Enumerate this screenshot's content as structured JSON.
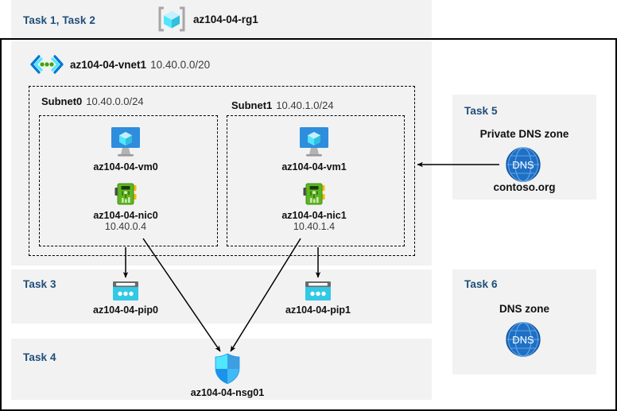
{
  "diagram": {
    "title": "Azure AZ-104 Lab 04 resource topology",
    "colors": {
      "task_label": "#1f4e79",
      "panel_gray": "#f2f2f2",
      "border": "#000000",
      "vm_blue": "#2e8ddd",
      "cube_cyan": "#50e6ff",
      "nic_green": "#5fb522",
      "pip_cyan": "#32c8e6",
      "nsg_blue": "#1b93eb",
      "dns_blue": "#1f6fc4"
    }
  },
  "resource_group": {
    "task_label": "Task 1, Task 2",
    "name": "az104-04-rg1",
    "icon": "resource-group-icon"
  },
  "vnet": {
    "name": "az104-04-vnet1",
    "cidr": "10.40.0.0/20",
    "icon": "virtual-network-icon"
  },
  "subnets": [
    {
      "label": "Subnet0",
      "cidr": "10.40.0.0/24",
      "vm": {
        "name": "az104-04-vm0",
        "icon": "virtual-machine-icon"
      },
      "nic": {
        "name": "az104-04-nic0",
        "ip": "10.40.0.4",
        "icon": "network-interface-icon"
      }
    },
    {
      "label": "Subnet1",
      "cidr": "10.40.1.0/24",
      "vm": {
        "name": "az104-04-vm1",
        "icon": "virtual-machine-icon"
      },
      "nic": {
        "name": "az104-04-nic1",
        "ip": "10.40.1.4",
        "icon": "network-interface-icon"
      }
    }
  ],
  "public_ips": {
    "task_label": "Task 3",
    "items": [
      {
        "name": "az104-04-pip0",
        "icon": "public-ip-address-icon"
      },
      {
        "name": "az104-04-pip1",
        "icon": "public-ip-address-icon"
      }
    ]
  },
  "nsg": {
    "task_label": "Task 4",
    "name": "az104-04-nsg01",
    "icon": "network-security-group-icon"
  },
  "private_dns_zone": {
    "task_label": "Task 5",
    "title": "Private DNS zone",
    "domain": "contoso.org",
    "icon": "dns-zone-icon"
  },
  "dns_zone": {
    "task_label": "Task 6",
    "title": "DNS zone",
    "icon": "dns-zone-icon"
  },
  "connections": [
    {
      "from": "az104-04-nic0",
      "to": "az104-04-pip0",
      "style": "arrow"
    },
    {
      "from": "az104-04-nic1",
      "to": "az104-04-pip1",
      "style": "arrow"
    },
    {
      "from": "az104-04-nic0",
      "to": "az104-04-nsg01",
      "style": "arrow"
    },
    {
      "from": "az104-04-nic1",
      "to": "az104-04-nsg01",
      "style": "arrow"
    },
    {
      "from": "contoso.org",
      "to": "Subnet1",
      "style": "arrow"
    }
  ]
}
